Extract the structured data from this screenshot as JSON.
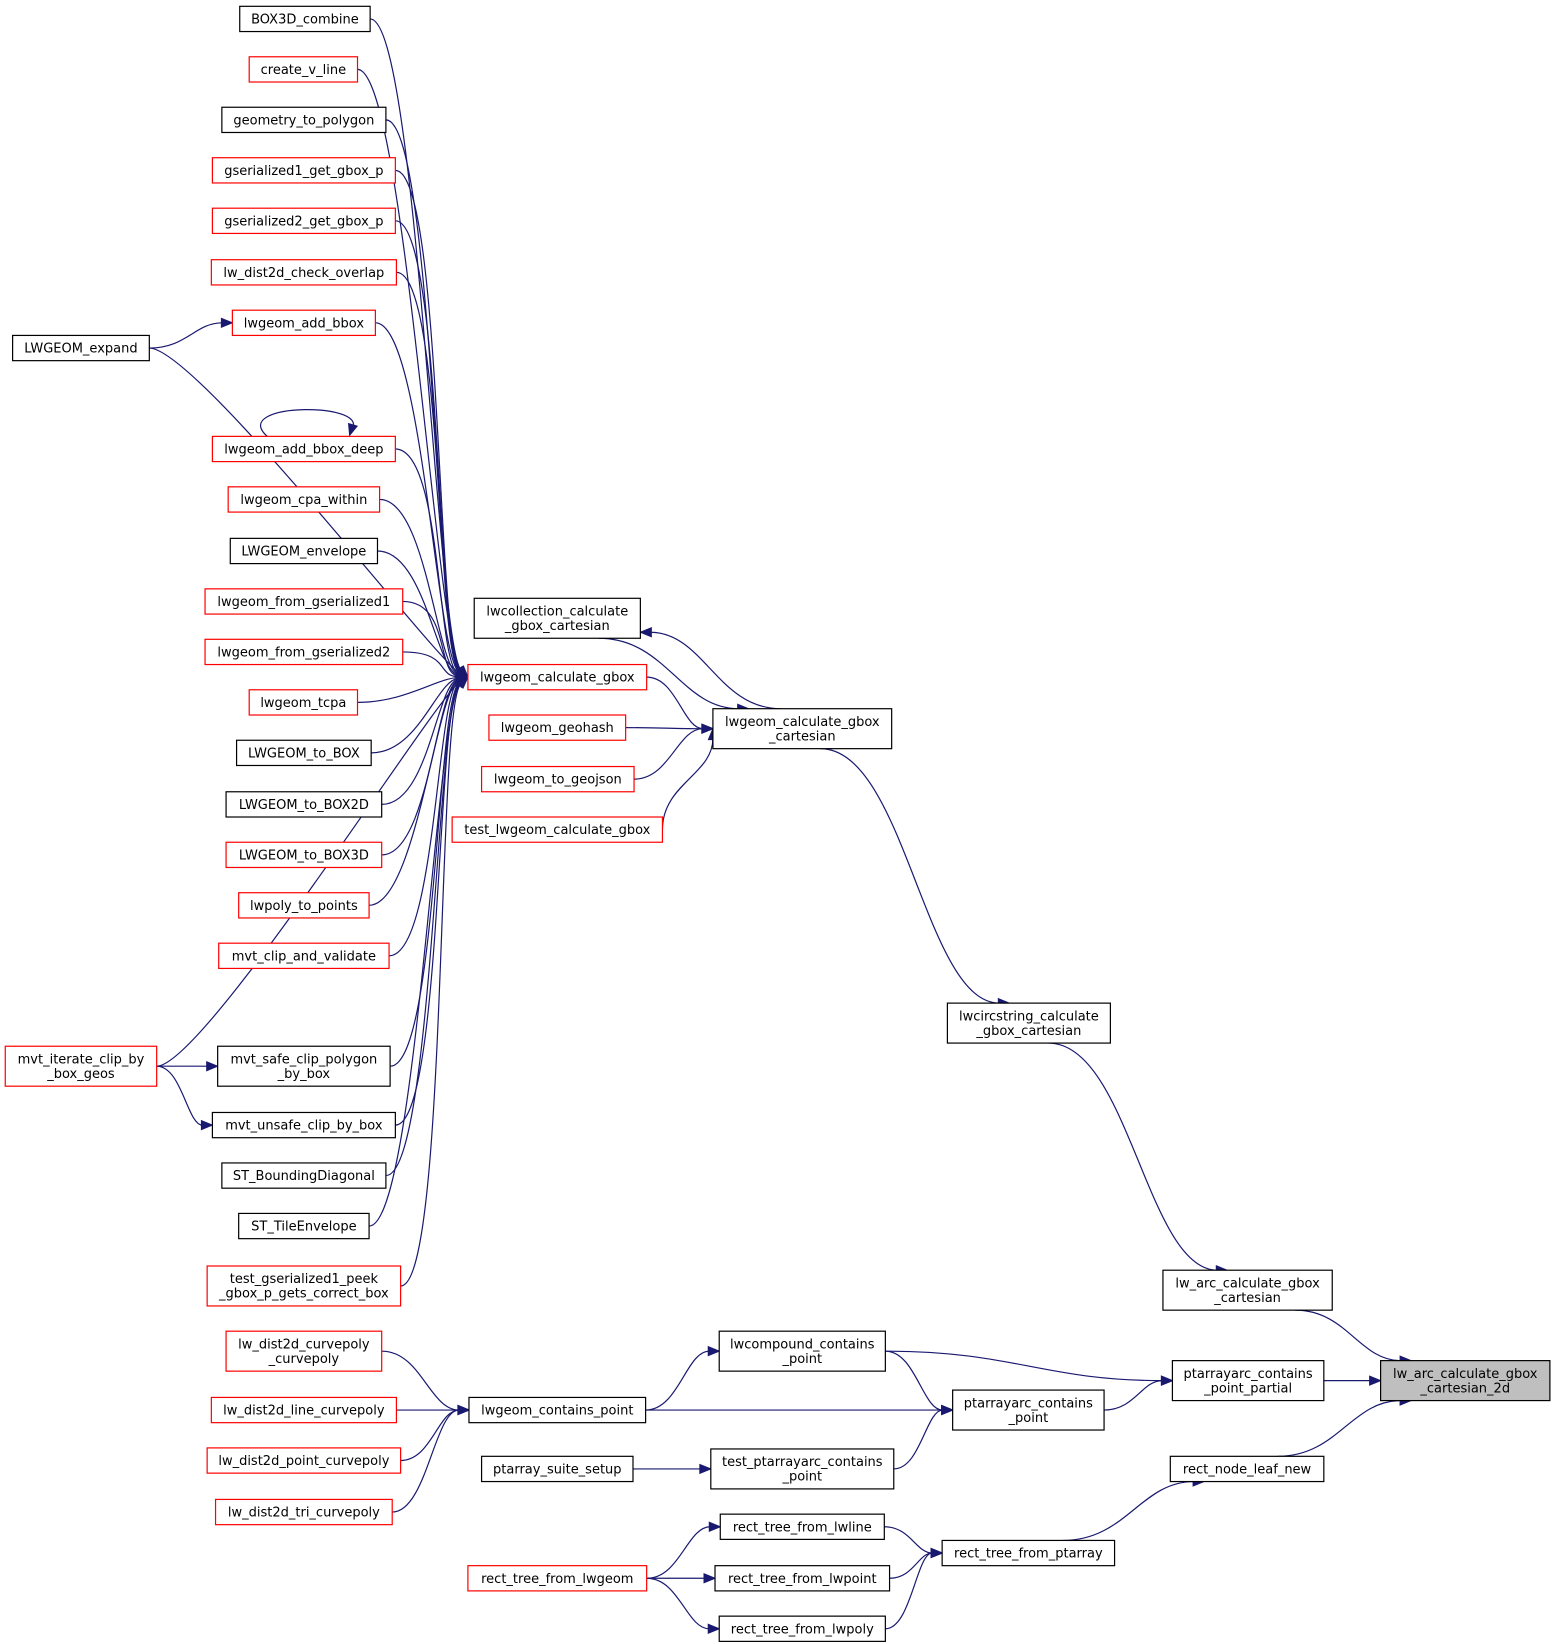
{
  "diagram": {
    "title": "",
    "colors": {
      "edge": "#191970",
      "node_border_documented": "#000000",
      "node_border_undocumented": "#ff0000",
      "selected_fill": "#bfbfbf"
    },
    "nodes": {
      "BOX3D_combine": {
        "label": [
          "BOX3D_combine"
        ],
        "red": false
      },
      "create_v_line": {
        "label": [
          "create_v_line"
        ],
        "red": true
      },
      "geometry_to_polygon": {
        "label": [
          "geometry_to_polygon"
        ],
        "red": false
      },
      "gserialized1_get_gbox_p": {
        "label": [
          "gserialized1_get_gbox_p"
        ],
        "red": true
      },
      "gserialized2_get_gbox_p": {
        "label": [
          "gserialized2_get_gbox_p"
        ],
        "red": true
      },
      "lw_dist2d_check_overlap": {
        "label": [
          "lw_dist2d_check_overlap"
        ],
        "red": true
      },
      "lwgeom_add_bbox": {
        "label": [
          "lwgeom_add_bbox"
        ],
        "red": true
      },
      "LWGEOM_expand": {
        "label": [
          "LWGEOM_expand"
        ],
        "red": false
      },
      "lwgeom_add_bbox_deep": {
        "label": [
          "lwgeom_add_bbox_deep"
        ],
        "red": true
      },
      "lwgeom_cpa_within": {
        "label": [
          "lwgeom_cpa_within"
        ],
        "red": true
      },
      "LWGEOM_envelope": {
        "label": [
          "LWGEOM_envelope"
        ],
        "red": false
      },
      "lwgeom_from_gserialized1": {
        "label": [
          "lwgeom_from_gserialized1"
        ],
        "red": true
      },
      "lwgeom_from_gserialized2": {
        "label": [
          "lwgeom_from_gserialized2"
        ],
        "red": true
      },
      "lwgeom_tcpa": {
        "label": [
          "lwgeom_tcpa"
        ],
        "red": true
      },
      "LWGEOM_to_BOX": {
        "label": [
          "LWGEOM_to_BOX"
        ],
        "red": false
      },
      "LWGEOM_to_BOX2D": {
        "label": [
          "LWGEOM_to_BOX2D"
        ],
        "red": false
      },
      "LWGEOM_to_BOX3D": {
        "label": [
          "LWGEOM_to_BOX3D"
        ],
        "red": true
      },
      "lwpoly_to_points": {
        "label": [
          "lwpoly_to_points"
        ],
        "red": true
      },
      "mvt_clip_and_validate": {
        "label": [
          "mvt_clip_and_validate"
        ],
        "red": true
      },
      "mvt_iterate_clip_by_box_geos": {
        "label": [
          "mvt_iterate_clip_by",
          "_box_geos"
        ],
        "red": true
      },
      "mvt_safe_clip_polygon_by_box": {
        "label": [
          "mvt_safe_clip_polygon",
          "_by_box"
        ],
        "red": false
      },
      "mvt_unsafe_clip_by_box": {
        "label": [
          "mvt_unsafe_clip_by_box"
        ],
        "red": false
      },
      "ST_BoundingDiagonal": {
        "label": [
          "ST_BoundingDiagonal"
        ],
        "red": false
      },
      "ST_TileEnvelope": {
        "label": [
          "ST_TileEnvelope"
        ],
        "red": false
      },
      "test_gserialized1_peek": {
        "label": [
          "test_gserialized1_peek",
          "_gbox_p_gets_correct_box"
        ],
        "red": true
      },
      "lwcollection_calculate_gbox_cartesian": {
        "label": [
          "lwcollection_calculate",
          "_gbox_cartesian"
        ],
        "red": false
      },
      "lwgeom_calculate_gbox": {
        "label": [
          "lwgeom_calculate_gbox"
        ],
        "red": true
      },
      "lwgeom_geohash": {
        "label": [
          "lwgeom_geohash"
        ],
        "red": true
      },
      "lwgeom_to_geojson": {
        "label": [
          "lwgeom_to_geojson"
        ],
        "red": true
      },
      "test_lwgeom_calculate_gbox": {
        "label": [
          "test_lwgeom_calculate_gbox"
        ],
        "red": true
      },
      "lwgeom_calculate_gbox_cartesian": {
        "label": [
          "lwgeom_calculate_gbox",
          "_cartesian"
        ],
        "red": false
      },
      "lwcircstring_calculate_gbox_cartesian": {
        "label": [
          "lwcircstring_calculate",
          "_gbox_cartesian"
        ],
        "red": false
      },
      "lw_arc_calculate_gbox_cartesian": {
        "label": [
          "lw_arc_calculate_gbox",
          "_cartesian"
        ],
        "red": false
      },
      "lw_arc_calculate_gbox_cartesian_2d": {
        "label": [
          "lw_arc_calculate_gbox",
          "_cartesian_2d"
        ],
        "red": false,
        "selected": true
      },
      "lw_dist2d_curvepoly_curvepoly": {
        "label": [
          "lw_dist2d_curvepoly",
          "_curvepoly"
        ],
        "red": true
      },
      "lw_dist2d_line_curvepoly": {
        "label": [
          "lw_dist2d_line_curvepoly"
        ],
        "red": true
      },
      "lw_dist2d_point_curvepoly": {
        "label": [
          "lw_dist2d_point_curvepoly"
        ],
        "red": true
      },
      "lw_dist2d_tri_curvepoly": {
        "label": [
          "lw_dist2d_tri_curvepoly"
        ],
        "red": true
      },
      "lwgeom_contains_point": {
        "label": [
          "lwgeom_contains_point"
        ],
        "red": false
      },
      "ptarray_suite_setup": {
        "label": [
          "ptarray_suite_setup"
        ],
        "red": false
      },
      "lwcompound_contains_point": {
        "label": [
          "lwcompound_contains",
          "_point"
        ],
        "red": false
      },
      "test_ptarrayarc_contains_point": {
        "label": [
          "test_ptarrayarc_contains",
          "_point"
        ],
        "red": false
      },
      "ptarrayarc_contains_point": {
        "label": [
          "ptarrayarc_contains",
          "_point"
        ],
        "red": false
      },
      "ptarrayarc_contains_point_partial": {
        "label": [
          "ptarrayarc_contains",
          "_point_partial"
        ],
        "red": false
      },
      "rect_node_leaf_new": {
        "label": [
          "rect_node_leaf_new"
        ],
        "red": false
      },
      "rect_tree_from_lwline": {
        "label": [
          "rect_tree_from_lwline"
        ],
        "red": false
      },
      "rect_tree_from_lwgeom": {
        "label": [
          "rect_tree_from_lwgeom"
        ],
        "red": true
      },
      "rect_tree_from_lwpoint": {
        "label": [
          "rect_tree_from_lwpoint"
        ],
        "red": false
      },
      "rect_tree_from_lwpoly": {
        "label": [
          "rect_tree_from_lwpoly"
        ],
        "red": false
      },
      "rect_tree_from_ptarray": {
        "label": [
          "rect_tree_from_ptarray"
        ],
        "red": false
      }
    },
    "edges": [
      [
        "BOX3D_combine",
        "lwgeom_calculate_gbox"
      ],
      [
        "create_v_line",
        "lwgeom_calculate_gbox"
      ],
      [
        "geometry_to_polygon",
        "lwgeom_calculate_gbox"
      ],
      [
        "gserialized1_get_gbox_p",
        "lwgeom_calculate_gbox"
      ],
      [
        "gserialized2_get_gbox_p",
        "lwgeom_calculate_gbox"
      ],
      [
        "lw_dist2d_check_overlap",
        "lwgeom_calculate_gbox"
      ],
      [
        "lwgeom_add_bbox",
        "lwgeom_calculate_gbox"
      ],
      [
        "LWGEOM_expand",
        "lwgeom_add_bbox"
      ],
      [
        "LWGEOM_expand",
        "lwgeom_calculate_gbox"
      ],
      [
        "lwgeom_add_bbox_deep",
        "lwgeom_add_bbox_deep"
      ],
      [
        "lwgeom_add_bbox_deep",
        "lwgeom_calculate_gbox"
      ],
      [
        "lwgeom_cpa_within",
        "lwgeom_calculate_gbox"
      ],
      [
        "LWGEOM_envelope",
        "lwgeom_calculate_gbox"
      ],
      [
        "lwgeom_from_gserialized1",
        "lwgeom_calculate_gbox"
      ],
      [
        "lwgeom_from_gserialized2",
        "lwgeom_calculate_gbox"
      ],
      [
        "lwgeom_tcpa",
        "lwgeom_calculate_gbox"
      ],
      [
        "LWGEOM_to_BOX",
        "lwgeom_calculate_gbox"
      ],
      [
        "LWGEOM_to_BOX2D",
        "lwgeom_calculate_gbox"
      ],
      [
        "LWGEOM_to_BOX3D",
        "lwgeom_calculate_gbox"
      ],
      [
        "lwpoly_to_points",
        "lwgeom_calculate_gbox"
      ],
      [
        "mvt_clip_and_validate",
        "lwgeom_calculate_gbox"
      ],
      [
        "mvt_iterate_clip_by_box_geos",
        "lwgeom_calculate_gbox"
      ],
      [
        "mvt_iterate_clip_by_box_geos",
        "mvt_safe_clip_polygon_by_box"
      ],
      [
        "mvt_iterate_clip_by_box_geos",
        "mvt_unsafe_clip_by_box"
      ],
      [
        "mvt_safe_clip_polygon_by_box",
        "lwgeom_calculate_gbox"
      ],
      [
        "mvt_unsafe_clip_by_box",
        "lwgeom_calculate_gbox"
      ],
      [
        "ST_BoundingDiagonal",
        "lwgeom_calculate_gbox"
      ],
      [
        "ST_TileEnvelope",
        "lwgeom_calculate_gbox"
      ],
      [
        "test_gserialized1_peek",
        "lwgeom_calculate_gbox"
      ],
      [
        "lwgeom_calculate_gbox_cartesian",
        "lwcollection_calculate_gbox_cartesian"
      ],
      [
        "lwcollection_calculate_gbox_cartesian",
        "lwgeom_calculate_gbox_cartesian"
      ],
      [
        "lwgeom_calculate_gbox",
        "lwgeom_calculate_gbox_cartesian"
      ],
      [
        "lwgeom_geohash",
        "lwgeom_calculate_gbox_cartesian"
      ],
      [
        "lwgeom_to_geojson",
        "lwgeom_calculate_gbox_cartesian"
      ],
      [
        "test_lwgeom_calculate_gbox",
        "lwgeom_calculate_gbox_cartesian"
      ],
      [
        "lwgeom_calculate_gbox_cartesian",
        "lwcircstring_calculate_gbox_cartesian"
      ],
      [
        "lwcircstring_calculate_gbox_cartesian",
        "lw_arc_calculate_gbox_cartesian"
      ],
      [
        "lw_arc_calculate_gbox_cartesian",
        "lw_arc_calculate_gbox_cartesian_2d"
      ],
      [
        "lw_dist2d_curvepoly_curvepoly",
        "lwgeom_contains_point"
      ],
      [
        "lw_dist2d_line_curvepoly",
        "lwgeom_contains_point"
      ],
      [
        "lw_dist2d_point_curvepoly",
        "lwgeom_contains_point"
      ],
      [
        "lw_dist2d_tri_curvepoly",
        "lwgeom_contains_point"
      ],
      [
        "lwgeom_contains_point",
        "lwcompound_contains_point"
      ],
      [
        "lwgeom_contains_point",
        "ptarrayarc_contains_point"
      ],
      [
        "ptarray_suite_setup",
        "test_ptarrayarc_contains_point"
      ],
      [
        "lwcompound_contains_point",
        "ptarrayarc_contains_point_partial"
      ],
      [
        "lwcompound_contains_point",
        "ptarrayarc_contains_point"
      ],
      [
        "test_ptarrayarc_contains_point",
        "ptarrayarc_contains_point"
      ],
      [
        "ptarrayarc_contains_point",
        "ptarrayarc_contains_point_partial"
      ],
      [
        "ptarrayarc_contains_point_partial",
        "lw_arc_calculate_gbox_cartesian_2d"
      ],
      [
        "rect_node_leaf_new",
        "lw_arc_calculate_gbox_cartesian_2d"
      ],
      [
        "rect_tree_from_ptarray",
        "rect_node_leaf_new"
      ],
      [
        "rect_tree_from_lwline",
        "rect_tree_from_ptarray"
      ],
      [
        "rect_tree_from_lwpoint",
        "rect_tree_from_ptarray"
      ],
      [
        "rect_tree_from_lwpoly",
        "rect_tree_from_ptarray"
      ],
      [
        "rect_tree_from_lwgeom",
        "rect_tree_from_lwline"
      ],
      [
        "rect_tree_from_lwgeom",
        "rect_tree_from_lwpoint"
      ],
      [
        "rect_tree_from_lwgeom",
        "rect_tree_from_lwpoly"
      ]
    ]
  }
}
